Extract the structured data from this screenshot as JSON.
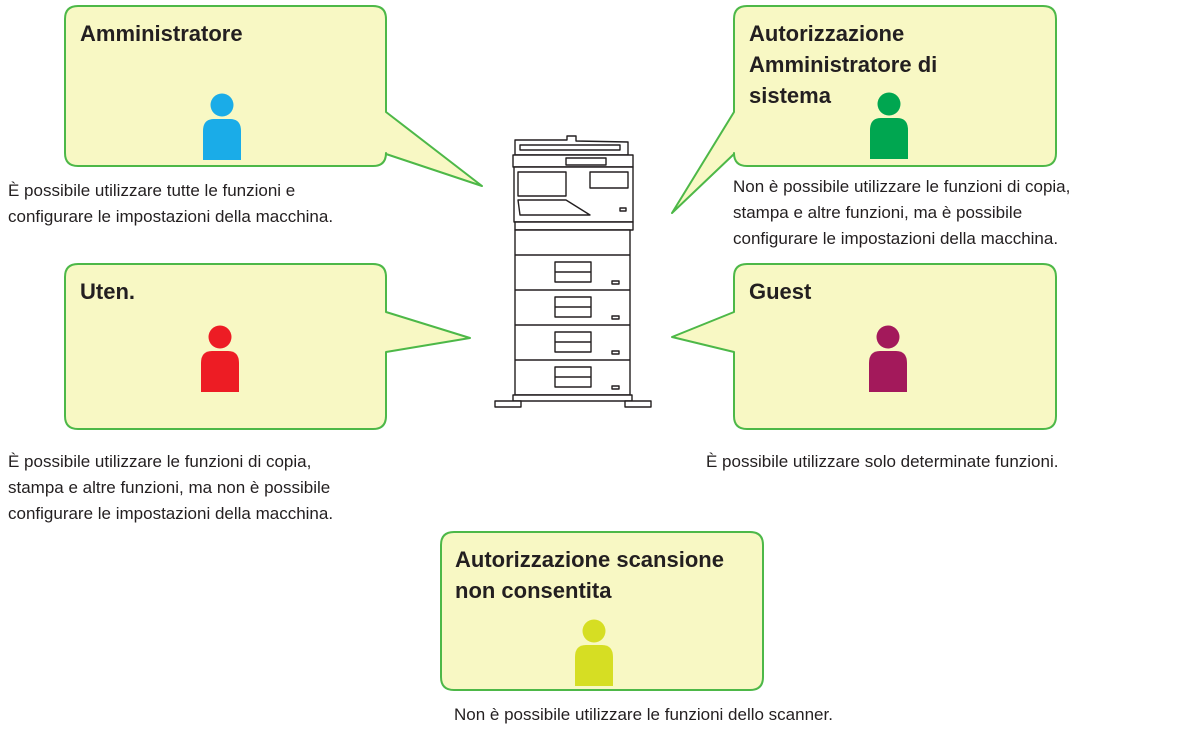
{
  "colors": {
    "bubble_fill": "#f8f8c4",
    "bubble_stroke": "#4db848",
    "admin_person": "#1aace8",
    "system_admin_person": "#00a650",
    "user_person": "#ed1c24",
    "guest_person": "#a3195b",
    "scan_denied_person": "#d6de23"
  },
  "roles": {
    "admin": {
      "title": "Amministratore",
      "icon": "person-icon",
      "description_lines": [
        "È possibile utilizzare tutte le funzioni e",
        "configurare le impostazioni della macchina."
      ]
    },
    "system_admin": {
      "title_lines": [
        "Autorizzazione",
        "Amministratore di",
        "sistema"
      ],
      "icon": "person-icon",
      "description_lines": [
        "Non è possibile utilizzare le funzioni di copia,",
        "stampa e altre funzioni, ma è possibile",
        "configurare le impostazioni della macchina."
      ]
    },
    "user": {
      "title": "Uten.",
      "icon": "person-icon",
      "description_lines": [
        "È possibile utilizzare le funzioni di copia,",
        "stampa e altre funzioni, ma non è possibile",
        "configurare le impostazioni della macchina."
      ]
    },
    "guest": {
      "title": "Guest",
      "icon": "person-icon",
      "description_lines": [
        "È possibile utilizzare solo determinate funzioni."
      ]
    },
    "scan_denied": {
      "title_lines": [
        "Autorizzazione scansione",
        "non consentita"
      ],
      "icon": "person-icon",
      "description_lines": [
        "Non è possibile utilizzare le funzioni dello scanner."
      ]
    }
  },
  "center_device": {
    "icon": "printer-icon"
  }
}
